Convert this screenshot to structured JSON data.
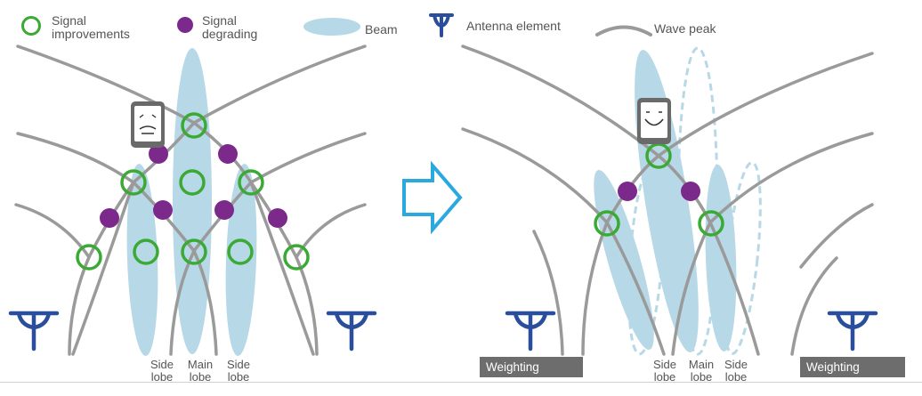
{
  "legend": {
    "signal_improvements": "Signal\nimprovements",
    "signal_degrading": "Signal\ndegrading",
    "beam": "Beam",
    "antenna_element": "Antenna element",
    "wave_peak": "Wave peak"
  },
  "left_panel": {
    "labels": [
      "Side\nlobe",
      "Main\nlobe",
      "Side\nlobe"
    ]
  },
  "right_panel": {
    "labels": [
      "Side\nlobe",
      "Main\nlobe",
      "Side\nlobe"
    ],
    "weighting_left": "Weighting",
    "weighting_right": "Weighting"
  },
  "colors": {
    "improve": "#3aaa35",
    "degrade": "#7b2a8c",
    "beam": "#b7d8e6",
    "antenna": "#2a4e9c",
    "wave": "#9a9a9a",
    "arrow": "#29a9df",
    "phone": "#6a6a6a"
  },
  "icons": {
    "arrow": "right-arrow-icon",
    "phone_sad": "sad-phone-icon",
    "phone_happy": "happy-phone-icon",
    "antenna": "antenna-icon"
  }
}
